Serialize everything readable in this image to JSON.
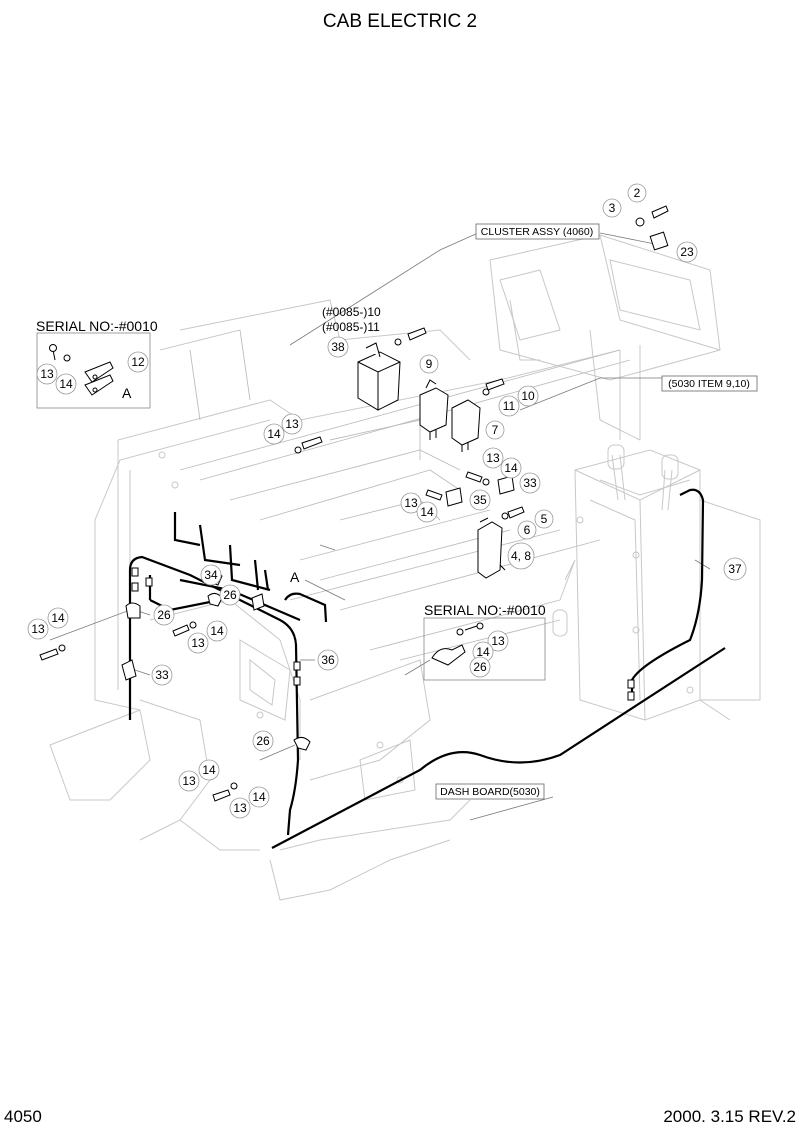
{
  "title": "CAB ELECTRIC 2",
  "page_number": "4050",
  "revision": "2000. 3.15 REV.2",
  "notes": {
    "serial_top": "SERIAL NO:-#0010",
    "serial_mid": "SERIAL NO:-#0010",
    "cluster_assy": "CLUSTER ASSY (4060)",
    "item_ref": "(5030 ITEM 9,10)",
    "dash_board": "DASH BOARD(5030)",
    "view_a_left": "A",
    "view_a_inset": "A",
    "serial_10": "(#0085-)10",
    "serial_11": "(#0085-)11"
  },
  "callouts": {
    "c2": "2",
    "c3": "3",
    "c23": "23",
    "c38": "38",
    "c9": "9",
    "c10": "10",
    "c11": "11",
    "c7": "7",
    "c12": "12",
    "c13_inset": "13",
    "c14_inset": "14",
    "c14_a": "14",
    "c13_a": "13",
    "c13_b": "13",
    "c14_b": "14",
    "c33_a": "33",
    "c35": "35",
    "c13_c": "13",
    "c14_c": "14",
    "c5": "5",
    "c6": "6",
    "c48": "4, 8",
    "c34": "34",
    "c26_a": "26",
    "c26_b": "26",
    "c14_d": "14",
    "c13_d": "13",
    "c13_e": "13",
    "c14_e": "14",
    "c36": "36",
    "c33_b": "33",
    "c13_m": "13",
    "c14_m": "14",
    "c26_m": "26",
    "c26_c": "26",
    "c14_f": "14",
    "c13_f": "13",
    "c14_g": "14",
    "c13_g": "13",
    "c37": "37"
  }
}
